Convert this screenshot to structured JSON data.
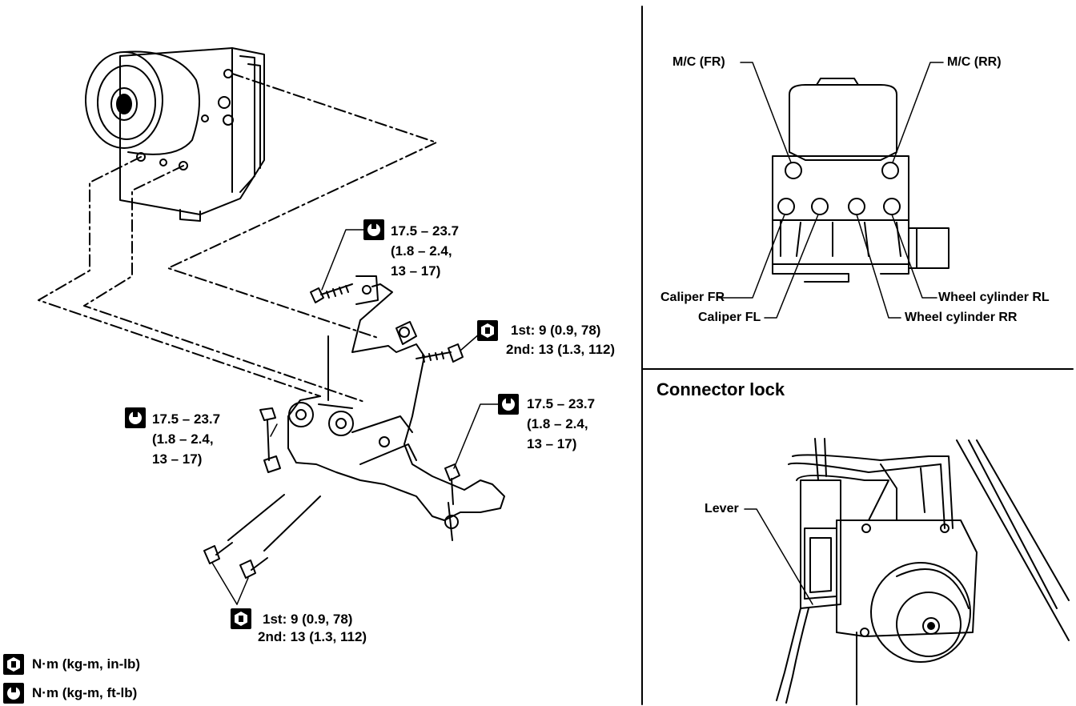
{
  "left_panel": {
    "torque_callouts": {
      "bracket_top": {
        "value": "17.5 – 23.7",
        "paren": "(1.8 – 2.4,",
        "close": "13 – 17)"
      },
      "bracket_right": {
        "line1": "1st: 9 (0.9, 78)",
        "line2": "2nd: 13 (1.3, 112)"
      },
      "bracket_left": {
        "value": "17.5 – 23.7",
        "paren": "(1.8 – 2.4,",
        "close": "13 – 17)"
      },
      "bracket_lower_right": {
        "value": "17.5 – 23.7",
        "paren": "(1.8 – 2.4,",
        "close": "13 – 17)"
      },
      "actuator_bolts": {
        "line1": "1st: 9 (0.9, 78)",
        "line2": "2nd: 13 (1.3, 112)"
      }
    },
    "legend": [
      {
        "icon": "torque-wrench-icon",
        "text": "N·m (kg-m, in-lb)"
      },
      {
        "icon": "torque-wrench-icon",
        "text": "N·m (kg-m, ft-lb)"
      }
    ]
  },
  "top_right_panel": {
    "ports": {
      "mc_fr": "M/C (FR)",
      "mc_rr": "M/C (RR)",
      "caliper_fr": "Caliper FR",
      "caliper_fl": "Caliper FL",
      "wheel_cyl_rr": "Wheel cylinder RR",
      "wheel_cyl_rl": "Wheel cylinder RL"
    }
  },
  "bottom_right_panel": {
    "title": "Connector lock",
    "lever_label": "Lever"
  }
}
